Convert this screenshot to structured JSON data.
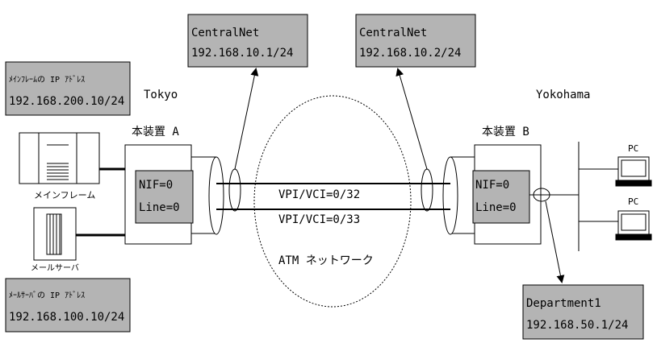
{
  "boxes": {
    "central1": {
      "line1": "CentralNet",
      "line2": "192.168.10.1/24"
    },
    "central2": {
      "line1": "CentralNet",
      "line2": "192.168.10.2/24"
    },
    "mainframe_ip": {
      "line1": "ﾒｲﾝﾌﾚｰﾑの IP ｱﾄﾞﾚｽ",
      "line2": "192.168.200.10/24"
    },
    "mailserver_ip": {
      "line1": "ﾒｰﾙｻｰﾊﾞの IP ｱﾄﾞﾚｽ",
      "line2": "192.168.100.10/24"
    },
    "department": {
      "line1": "Department1",
      "line2": "192.168.50.1/24"
    }
  },
  "sites": {
    "left": "Tokyo",
    "right": "Yokohama"
  },
  "devices": {
    "a": {
      "title": "本装置 A",
      "nif": "NIF=0",
      "line": "Line=0"
    },
    "b": {
      "title": "本装置 B",
      "nif": "NIF=0",
      "line": "Line=0"
    }
  },
  "hosts": {
    "mainframe": "メインフレーム",
    "mailserver": "メールサーバ",
    "pc1": "PC",
    "pc2": "PC"
  },
  "network": {
    "label": "ATM ネットワーク",
    "pvc1": "VPI/VCI=0/32",
    "pvc2": "VPI/VCI=0/33"
  },
  "colors": {
    "box_fill": "#b4b4b4",
    "line": "#000000",
    "background": "#ffffff"
  }
}
